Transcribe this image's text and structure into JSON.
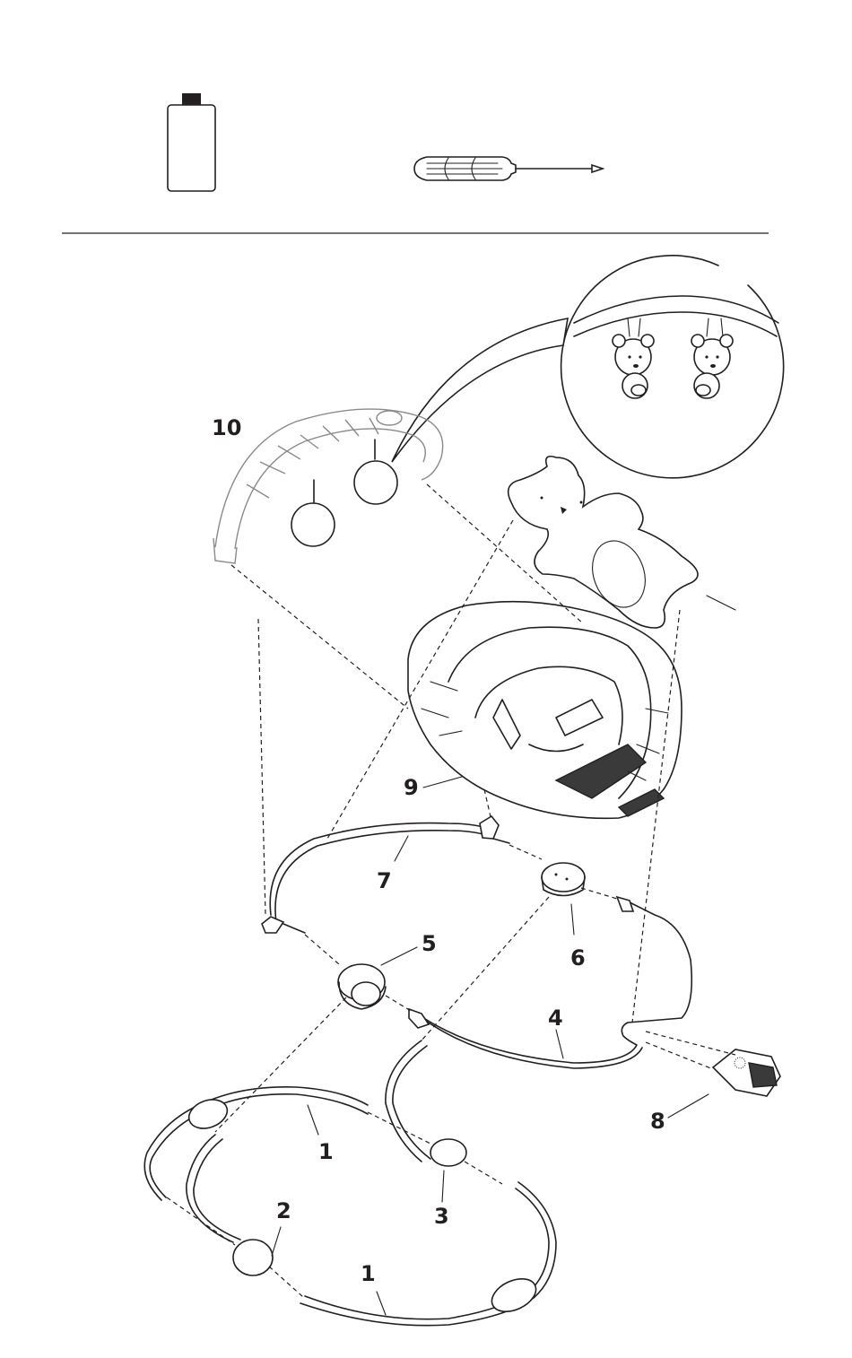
{
  "tools": {
    "battery_icon": "battery-icon",
    "screwdriver_icon": "screwdriver-icon"
  },
  "parts": {
    "p1a": "1",
    "p1b": "1",
    "p2": "2",
    "p3": "3",
    "p4": "4",
    "p5": "5",
    "p6": "6",
    "p7": "7",
    "p8": "8",
    "p9": "9",
    "p10": "10"
  },
  "colors": {
    "ink": "#231f20",
    "paper": "#ffffff"
  }
}
